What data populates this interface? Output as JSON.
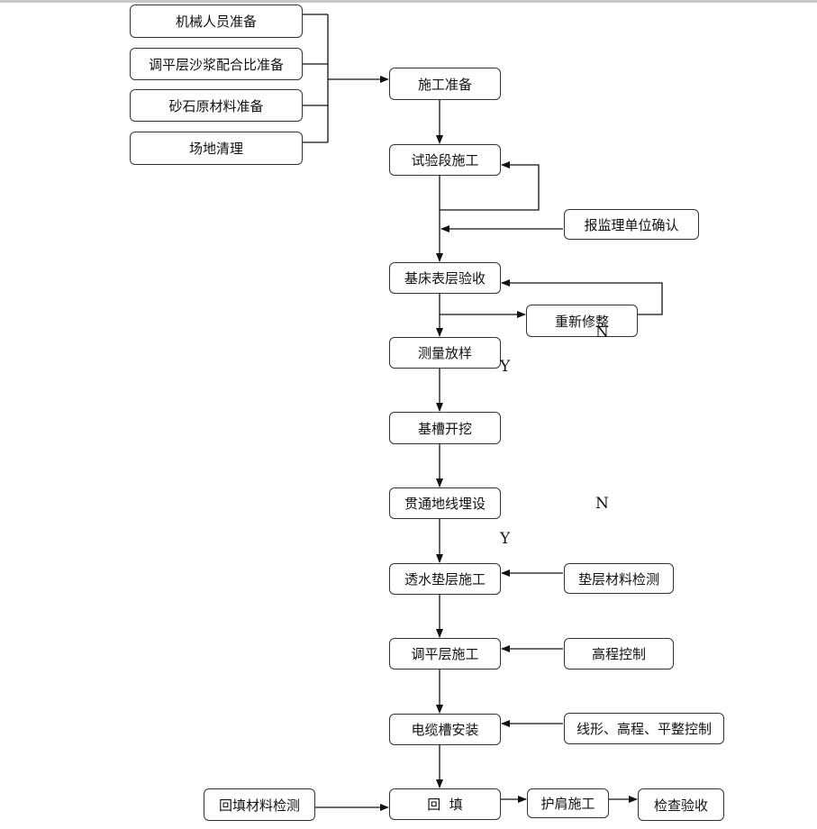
{
  "nodes": {
    "jixie": "机械人员准备",
    "tiaoping_sj": "调平层沙浆配合比准备",
    "shashi": "砂石原材料准备",
    "changdi": "场地清理",
    "zhunbei": "施工准备",
    "shiyan": "试验段施工",
    "baojianli": "报监理单位确认",
    "jichuang": "基床表层验收",
    "chongxin": "重新修整",
    "celiang": "测量放样",
    "jicao": "基槽开挖",
    "guantong": "贯通地线埋设",
    "toushui": "透水垫层施工",
    "dianceng_jc": "垫层材料检测",
    "tiaoping_sg": "调平层施工",
    "gaocheng": "高程控制",
    "dianlan": "电缆槽安装",
    "xianxing": "线形、高程、平整控制",
    "huitian_jc": "回填材料检测",
    "huitian": "回  填",
    "hujian": "护肩施工",
    "jiancha": "检查验收"
  },
  "labels": {
    "n1": "N",
    "y1": "Y",
    "n2": "N",
    "y2": "Y"
  }
}
